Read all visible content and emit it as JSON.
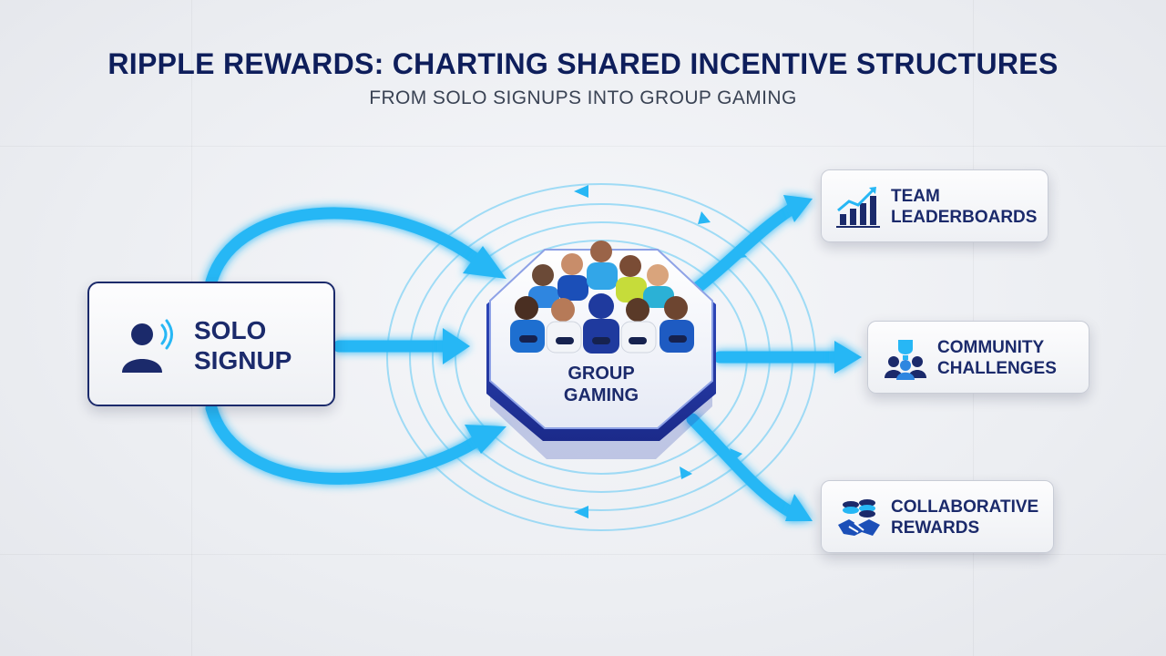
{
  "header": {
    "title": "RIPPLE REWARDS: CHARTING SHARED INCENTIVE STRUCTURES",
    "subtitle": "FROM SOLO SIGNUPS INTO GROUP GAMING"
  },
  "source_node": {
    "line1": "SOLO",
    "line2": "SIGNUP",
    "icon": "user-broadcast-icon"
  },
  "hub_node": {
    "line1": "GROUP",
    "line2": "GAMING",
    "icon": "gamers-group-icon"
  },
  "outputs": [
    {
      "line1": "TEAM",
      "line2": "LEADERBOARDS",
      "icon": "rising-bar-chart-icon"
    },
    {
      "line1": "COMMUNITY",
      "line2": "CHALLENGES",
      "icon": "trophy-team-icon"
    },
    {
      "line1": "COLLABORATIVE",
      "line2": "REWARDS",
      "icon": "coins-handshake-icon"
    }
  ],
  "colors": {
    "navy": "#1b2a6b",
    "title_navy": "#0e1e5b",
    "flow_blue": "#27b7f5",
    "ripple_blue": "#5cc8f5",
    "hub_blue": "#3350c9"
  }
}
